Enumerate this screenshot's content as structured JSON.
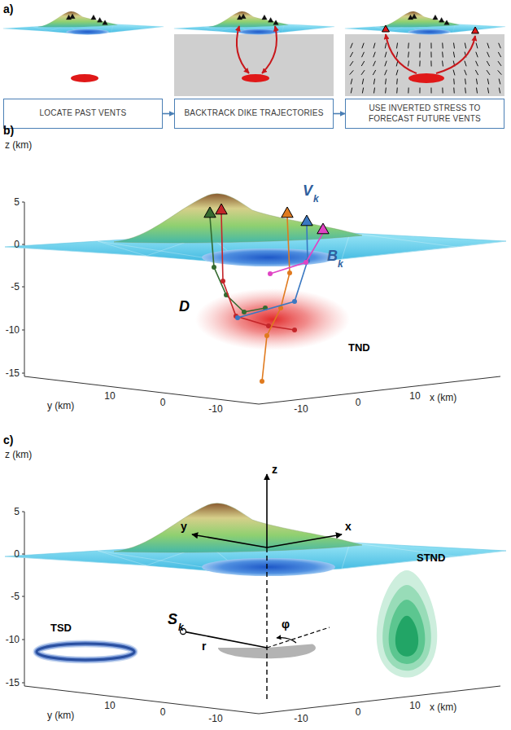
{
  "diagram": {
    "nodes": [
      {
        "text": [
          "LOCATE PAST VENTS"
        ]
      },
      {
        "text": [
          "BACKTRACK DIKE TRAJECTORIES"
        ]
      },
      {
        "text": [
          "USE INVERTED STRESS TO FORECAST FUTURE VENTS"
        ]
      }
    ],
    "edges": [
      {
        "from": 0,
        "to": 1,
        "arrow": "to"
      },
      {
        "from": 1,
        "to": 2,
        "arrow": "to"
      }
    ],
    "labels": [
      "a)",
      "b)",
      "z (km)",
      "5",
      "0",
      "-5",
      "-10",
      "-15",
      "V",
      "k",
      "B",
      "k",
      "D",
      "TND",
      "y (km)",
      "10",
      "0",
      "-10",
      "x (km)",
      "-10",
      "0",
      "10",
      "c)",
      "z (km)",
      "5",
      "0",
      "-5",
      "-10",
      "-15",
      "z",
      "y",
      "x",
      "TSD",
      "S",
      "k",
      "r",
      "φ",
      "STND",
      "y (km)",
      "10",
      "0",
      "-10",
      "x (km)",
      "-10",
      "0",
      "10"
    ]
  }
}
